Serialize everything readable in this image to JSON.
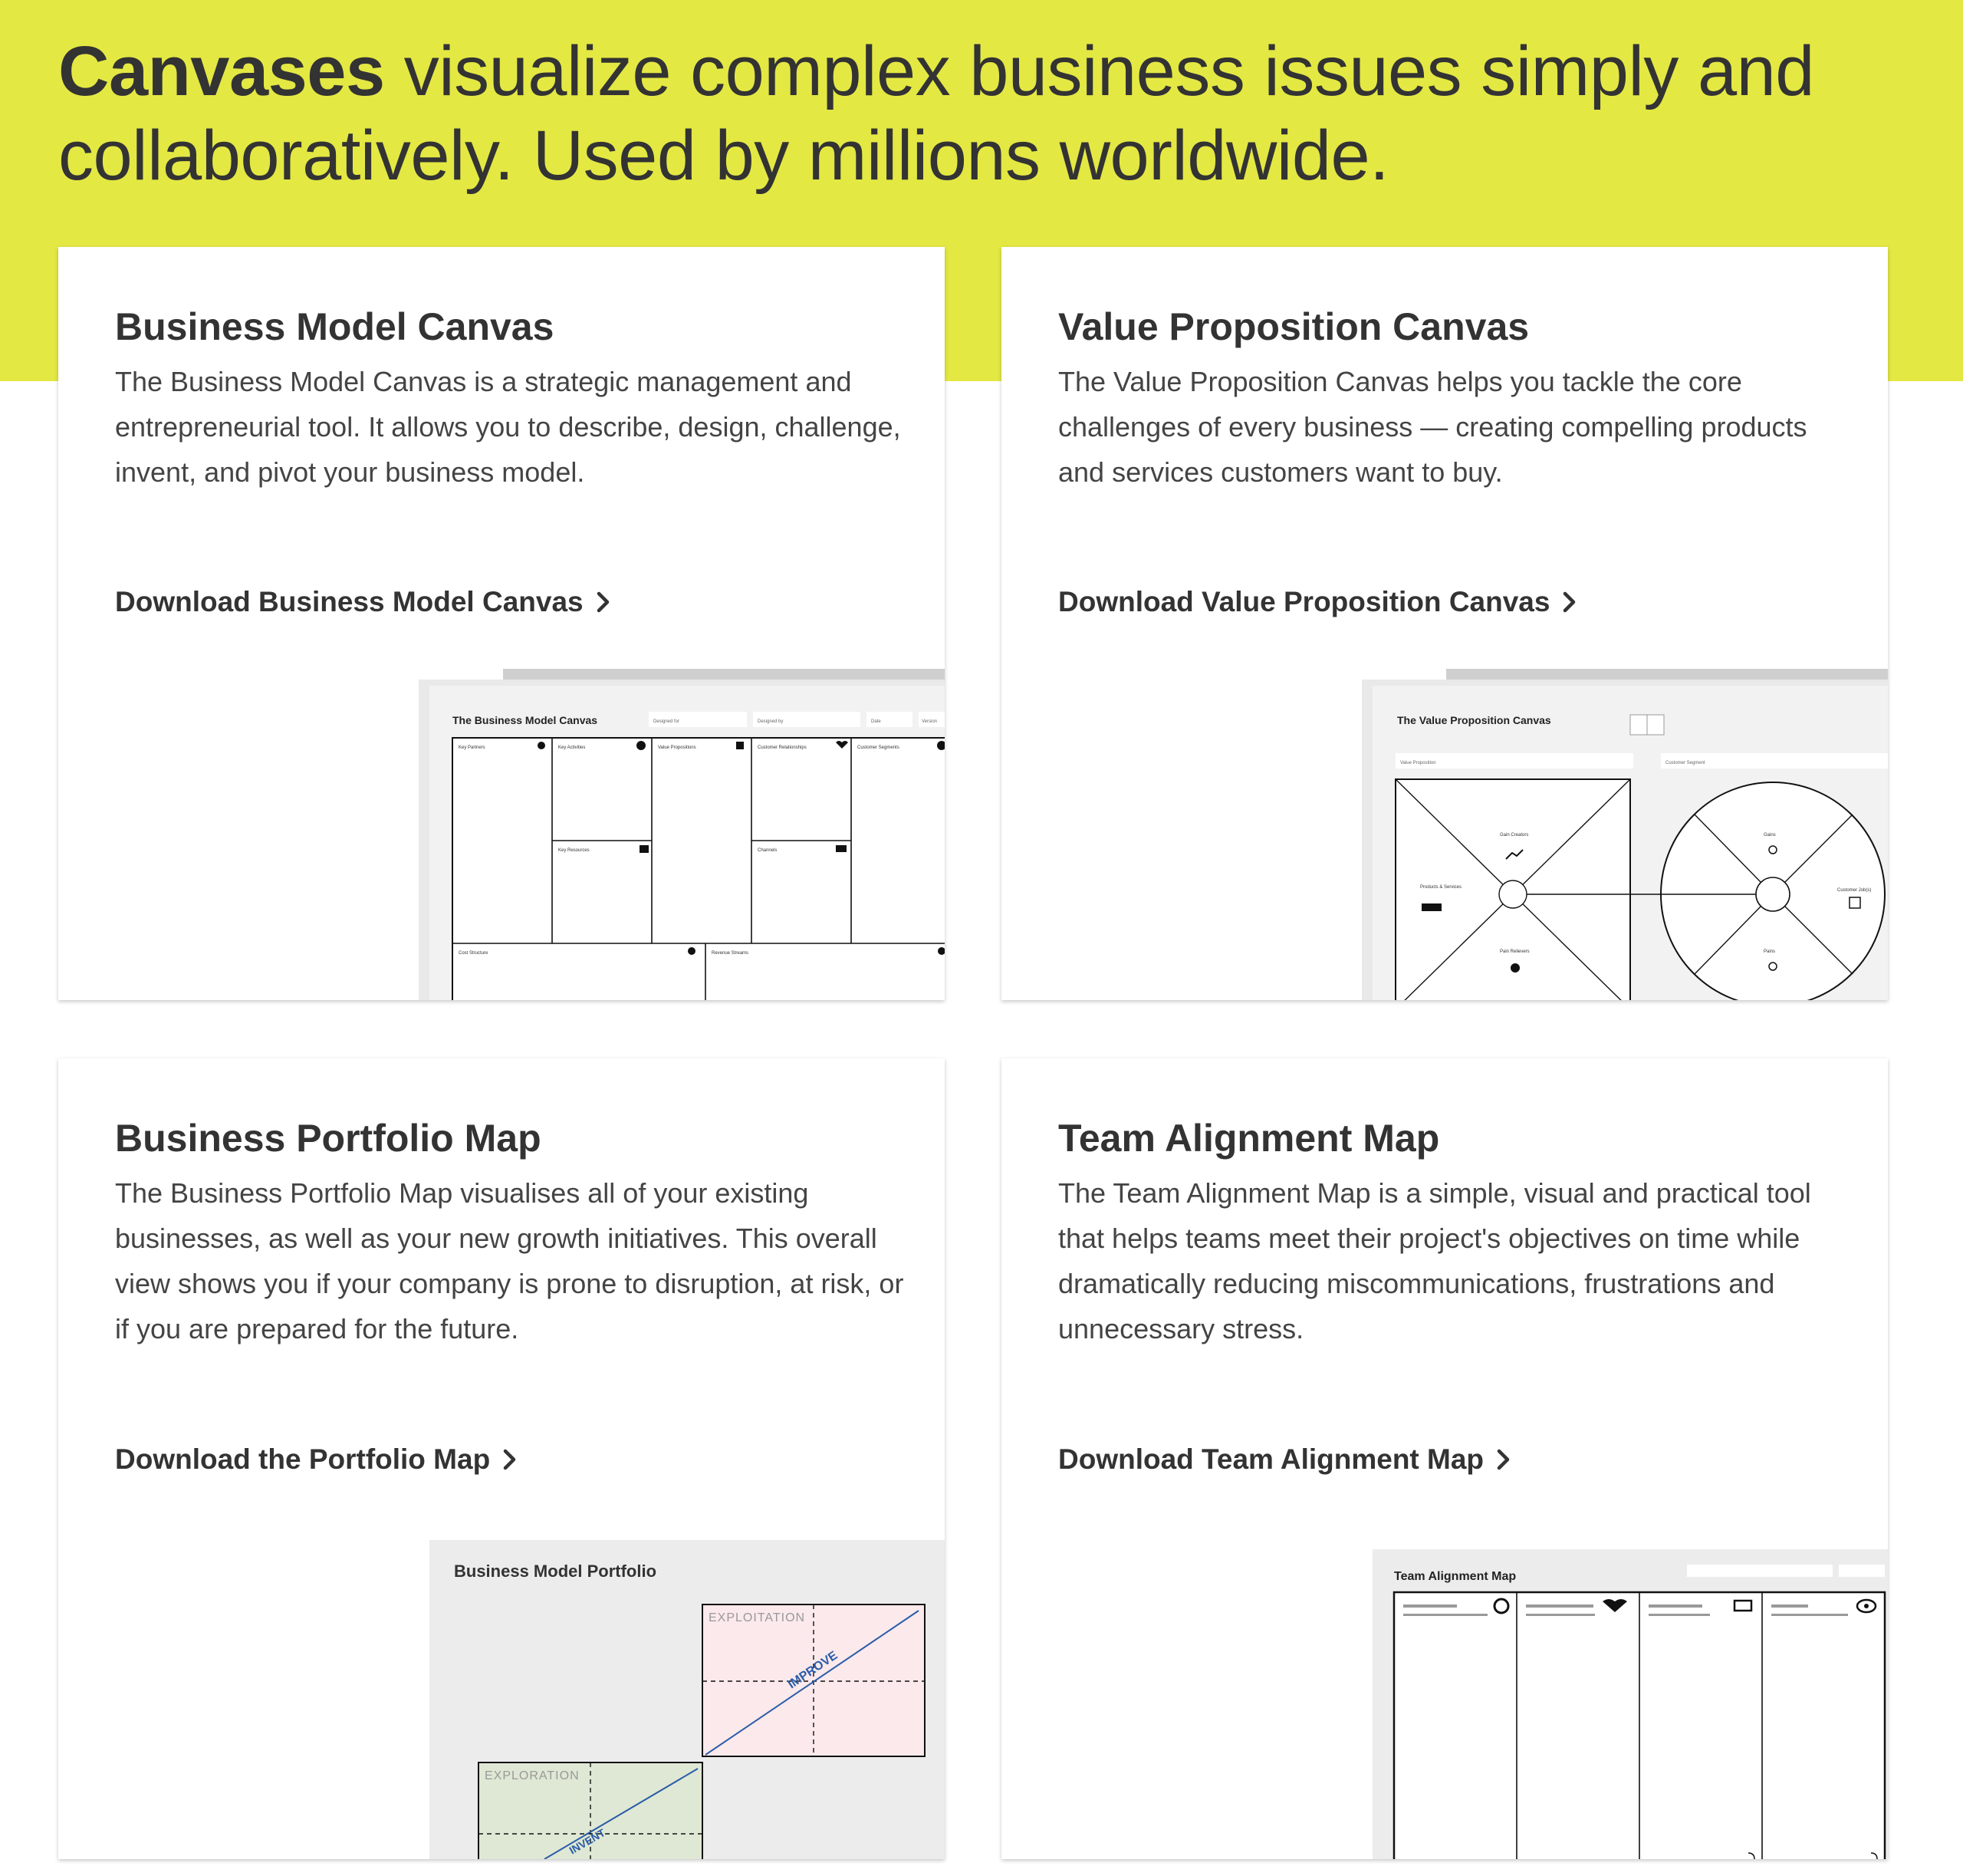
{
  "hero": {
    "headline_bold": "Canvases",
    "headline_rest": " visualize complex business issues simply and collaboratively. Used by millions worldwide."
  },
  "cards": [
    {
      "title": "Business Model Canvas",
      "description": "The Business Model Canvas is a strategic management and entrepreneurial tool. It allows you to describe, design, challenge, invent, and pivot your business model.",
      "link": "Download Business Model Canvas",
      "thumb": {
        "title": "The Business Model Canvas",
        "fields": [
          "Designed for",
          "Designed by",
          "Date",
          "Version"
        ],
        "blocks": [
          "Key Partners",
          "Key Activities",
          "Value Propositions",
          "Customer Relationships",
          "Customer Segments",
          "Key Resources",
          "Channels",
          "Cost Structure",
          "Revenue Streams"
        ]
      }
    },
    {
      "title": "Value Proposition Canvas",
      "description": "The Value Proposition Canvas helps you tackle the core challenges of every business — creating compelling products and services customers want to buy.",
      "link": "Download Value Proposition Canvas",
      "thumb": {
        "title": "The Value Proposition Canvas",
        "fields": [
          "Value Proposition",
          "Customer Segment"
        ],
        "labels": [
          "Gain Creators",
          "Products & Services",
          "Pain Relievers",
          "Gains",
          "Customer Job(s)",
          "Pains"
        ]
      }
    },
    {
      "title": "Business Portfolio Map",
      "description": "The Business Portfolio Map visualises all of your existing businesses, as well as your new growth initiatives. This overall view shows you if your company is prone to disruption, at risk, or if you are prepared for the future.",
      "link": "Download the Portfolio Map",
      "thumb": {
        "title": "Business Model Portfolio",
        "exploit_label": "EXPLOITATION",
        "explore_label": "EXPLORATION",
        "improve_label": "IMPROVE",
        "invent_label": "INVENT"
      }
    },
    {
      "title": "Team Alignment Map",
      "description": "The Team Alignment Map is a simple, visual and practical tool that helps teams meet their project's objectives on time while dramatically reducing miscommunications, frustrations and unnecessary stress.",
      "link": "Download Team Alignment Map",
      "thumb": {
        "title": "Team Alignment Map"
      }
    }
  ],
  "colors": {
    "accent_yellow": "#e4e843",
    "text_dark": "#333333",
    "thumb_gray": "#ececec",
    "exploit_fill": "#fbe9ec",
    "explore_fill": "#dfe8d4",
    "arrow_blue": "#2a5ca8"
  }
}
